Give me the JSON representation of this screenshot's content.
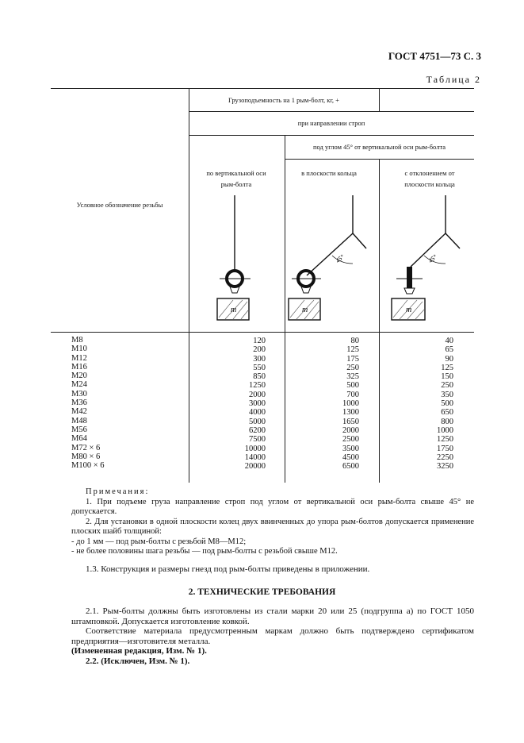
{
  "page_header": "ГОСТ 4751—73 С. 3",
  "table_number": "Таблица 2",
  "table": {
    "col_header_main": "Грузоподъемность на 1 рым-болт, кг, +",
    "col_header_direction": "при направлении строп",
    "col_header_angle": "под углом 45° от вертикальной оси рым-болта",
    "row_header": "Условное обозначение резьбы",
    "sub_vertical": "по вертикальной оси рым-болта",
    "sub_plane": "в плоскости кольца",
    "sub_deviation": "с отклонением от плоскости кольца",
    "angle_label": "45°",
    "mass_label": "m",
    "threads": [
      "М8",
      "М10",
      "М12",
      "М16",
      "М20",
      "М24",
      "М30",
      "М36",
      "М42",
      "М48",
      "М56",
      "М64",
      "М72 × 6",
      "М80 × 6",
      "М100 × 6"
    ],
    "vertical": [
      "120",
      "200",
      "300",
      "550",
      "850",
      "1250",
      "2000",
      "3000",
      "4000",
      "5000",
      "6200",
      "7500",
      "10000",
      "14000",
      "20000"
    ],
    "plane": [
      "80",
      "125",
      "175",
      "250",
      "325",
      "500",
      "700",
      "1000",
      "1300",
      "1650",
      "2000",
      "2500",
      "3500",
      "4500",
      "6500"
    ],
    "deviation": [
      "40",
      "65",
      "90",
      "125",
      "150",
      "250",
      "350",
      "500",
      "650",
      "800",
      "1000",
      "1250",
      "1750",
      "2250",
      "3250"
    ]
  },
  "notes": {
    "title": "Примечания:",
    "n1": "1. При подъеме груза направление строп под углом от вертикальной оси рым-болта свыше 45° не допускается.",
    "n2": "2. Для установки в одной плоскости колец двух ввинченных до упора рым-болтов допускается применение плоских шайб толщиной:",
    "n2a": "- до 1 мм — под рым-болты с резьбой М8—М12;",
    "n2b": "- не более половины шага резьбы — под рым-болты с резьбой свыше М12."
  },
  "p13": "1.3. Конструкция и размеры гнезд под рым-болты приведены в приложении.",
  "section_title": "2. ТЕХНИЧЕСКИЕ ТРЕБОВАНИЯ",
  "p21": "2.1. Рым-болты должны быть изготовлены из стали марки 20 или 25 (подгруппа а) по ГОСТ 1050 штамповкой. Допускается изготовление ковкой.",
  "p21b": "Соответствие материала предусмотренным маркам должно быть подтверждено сертификатом предприятия—изготовителя металла.",
  "p21c": "(Измененная редакция, Изм. № 1).",
  "p22": "2.2. (Исключен, Изм. № 1)."
}
